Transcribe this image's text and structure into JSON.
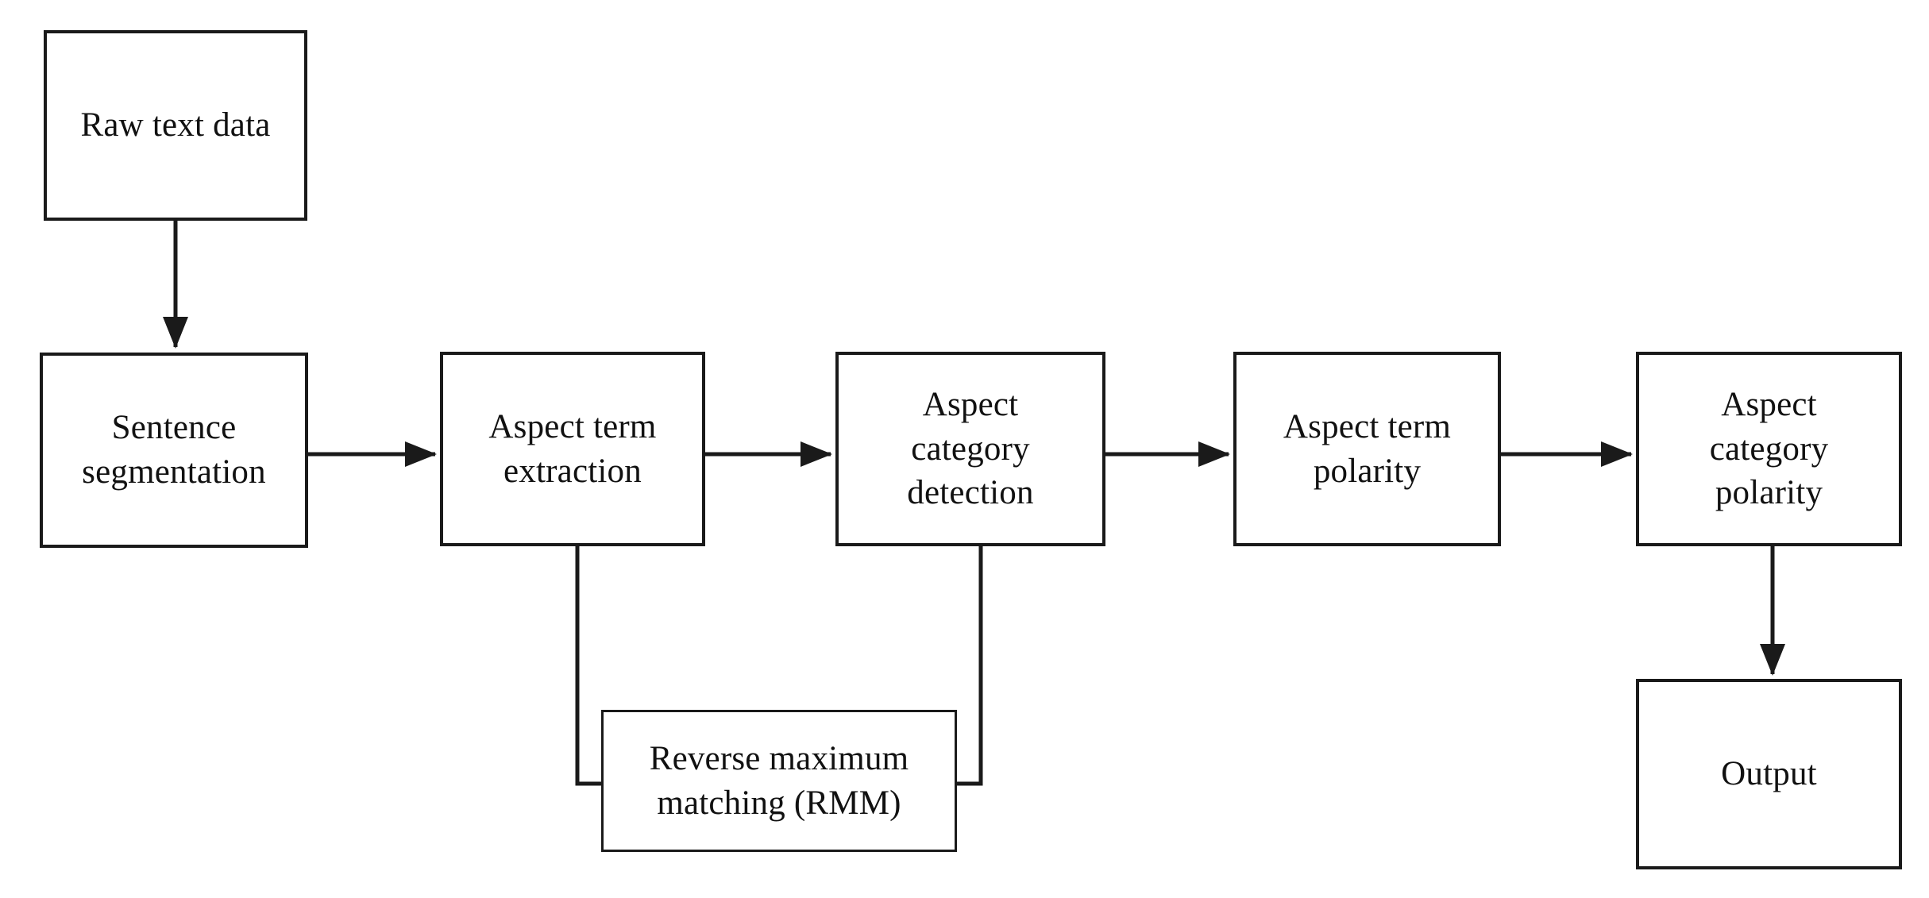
{
  "diagram": {
    "title": "Aspect-based sentiment analysis pipeline flowchart",
    "background_color": "#ffffff",
    "stroke_color": "#1a1a1a",
    "text_color": "#111111",
    "nodes": [
      {
        "id": "raw-text-data",
        "label": "Raw text data",
        "lines": [
          "Raw text data"
        ]
      },
      {
        "id": "sentence-segmentation",
        "label": "Sentence segmentation",
        "lines": [
          "Sentence",
          "segmentation"
        ]
      },
      {
        "id": "aspect-term-extraction",
        "label": "Aspect term extraction",
        "lines": [
          "Aspect term",
          "extraction"
        ]
      },
      {
        "id": "aspect-category-detection",
        "label": "Aspect category detection",
        "lines": [
          "Aspect",
          "category",
          "detection"
        ]
      },
      {
        "id": "aspect-term-polarity",
        "label": "Aspect term polarity",
        "lines": [
          "Aspect term",
          "polarity"
        ]
      },
      {
        "id": "aspect-category-polarity",
        "label": "Aspect category polarity",
        "lines": [
          "Aspect",
          "category",
          "polarity"
        ]
      },
      {
        "id": "reverse-maximum-matching",
        "label": "Reverse maximum matching (RMM)",
        "lines": [
          "Reverse maximum",
          "matching (RMM)"
        ]
      },
      {
        "id": "output",
        "label": "Output",
        "lines": [
          "Output"
        ]
      }
    ],
    "edges": [
      {
        "from": "raw-text-data",
        "to": "sentence-segmentation",
        "style": "arrow",
        "direction": "down"
      },
      {
        "from": "sentence-segmentation",
        "to": "aspect-term-extraction",
        "style": "arrow",
        "direction": "right"
      },
      {
        "from": "aspect-term-extraction",
        "to": "aspect-category-detection",
        "style": "arrow",
        "direction": "right"
      },
      {
        "from": "aspect-category-detection",
        "to": "aspect-term-polarity",
        "style": "arrow",
        "direction": "right"
      },
      {
        "from": "aspect-term-polarity",
        "to": "aspect-category-polarity",
        "style": "arrow",
        "direction": "right"
      },
      {
        "from": "aspect-category-polarity",
        "to": "output",
        "style": "arrow",
        "direction": "down"
      },
      {
        "from": "aspect-term-extraction",
        "to": "reverse-maximum-matching",
        "style": "line",
        "direction": "elbow-left"
      },
      {
        "from": "aspect-category-detection",
        "to": "reverse-maximum-matching",
        "style": "line",
        "direction": "elbow-right"
      }
    ]
  },
  "labels": {
    "raw_text_data_l1": "Raw text data",
    "sentence_segmentation_l1": "Sentence",
    "sentence_segmentation_l2": "segmentation",
    "aspect_term_extraction_l1": "Aspect term",
    "aspect_term_extraction_l2": "extraction",
    "aspect_category_detection_l1": "Aspect",
    "aspect_category_detection_l2": "category",
    "aspect_category_detection_l3": "detection",
    "aspect_term_polarity_l1": "Aspect term",
    "aspect_term_polarity_l2": "polarity",
    "aspect_category_polarity_l1": "Aspect",
    "aspect_category_polarity_l2": "category",
    "aspect_category_polarity_l3": "polarity",
    "rmm_l1": "Reverse maximum",
    "rmm_l2": "matching (RMM)",
    "output_l1": "Output"
  }
}
